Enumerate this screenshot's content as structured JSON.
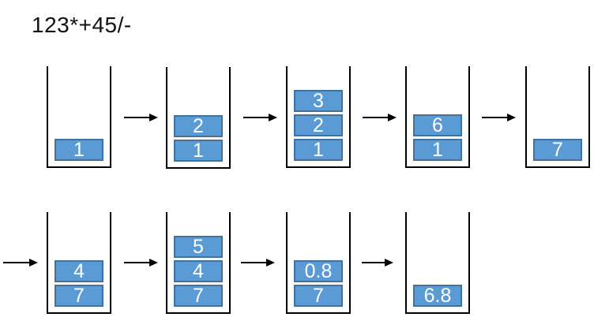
{
  "title": "123*+45/-",
  "colors": {
    "box_fill": "#5B9BD5",
    "box_border": "#41719C",
    "box_text": "#FFFFFF",
    "outline": "#000000"
  },
  "stacks": [
    {
      "name": "stack-1",
      "items_top_to_bottom": [
        "1"
      ]
    },
    {
      "name": "stack-2",
      "items_top_to_bottom": [
        "2",
        "1"
      ]
    },
    {
      "name": "stack-3",
      "items_top_to_bottom": [
        "3",
        "2",
        "1"
      ]
    },
    {
      "name": "stack-4",
      "items_top_to_bottom": [
        "6",
        "1"
      ]
    },
    {
      "name": "stack-5",
      "items_top_to_bottom": [
        "7"
      ]
    },
    {
      "name": "stack-6",
      "items_top_to_bottom": [
        "4",
        "7"
      ]
    },
    {
      "name": "stack-7",
      "items_top_to_bottom": [
        "5",
        "4",
        "7"
      ]
    },
    {
      "name": "stack-8",
      "items_top_to_bottom": [
        "0.8",
        "7"
      ]
    },
    {
      "name": "stack-9",
      "items_top_to_bottom": [
        "6.8"
      ]
    }
  ],
  "arrows": {
    "count": 8,
    "direction": "right"
  }
}
